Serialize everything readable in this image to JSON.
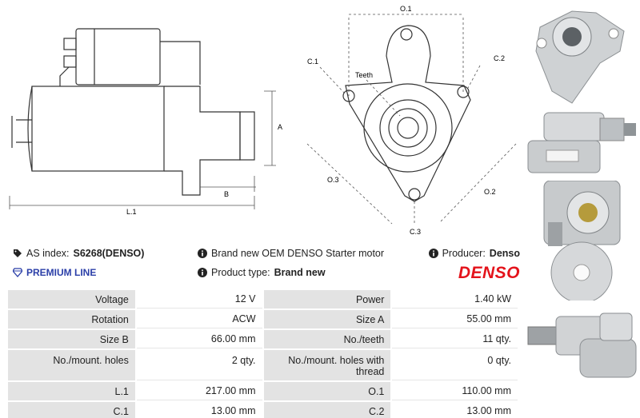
{
  "drawing": {
    "labels": {
      "o1": "O.1",
      "c1": "C.1",
      "c2": "C.2",
      "teeth": "Teeth",
      "o3": "O.3",
      "o2": "O.2",
      "c3": "C.3",
      "a": "A",
      "b": "B",
      "l1": "L.1"
    }
  },
  "info": {
    "as_index_label": "AS index:",
    "as_index_value": "S6268(DENSO)",
    "premium": "PREMIUM LINE",
    "brand_new_text": "Brand new OEM DENSO Starter motor",
    "product_type_label": "Product type:",
    "product_type_value": "Brand new",
    "producer_label": "Producer:",
    "producer_value": "Denso",
    "logo": "DENSO"
  },
  "specs": [
    [
      {
        "label": "Voltage",
        "value": "12 V"
      },
      {
        "label": "Power",
        "value": "1.40 kW"
      }
    ],
    [
      {
        "label": "Rotation",
        "value": "ACW"
      },
      {
        "label": "Size A",
        "value": "55.00 mm"
      }
    ],
    [
      {
        "label": "Size B",
        "value": "66.00 mm"
      },
      {
        "label": "No./teeth",
        "value": "11 qty."
      }
    ],
    [
      {
        "label": "No./mount. holes",
        "value": "2 qty."
      },
      {
        "label": "No./mount. holes with thread",
        "value": "0 qty."
      }
    ],
    [
      {
        "label": "L.1",
        "value": "217.00 mm"
      },
      {
        "label": "O.1",
        "value": "110.00 mm"
      }
    ],
    [
      {
        "label": "C.1",
        "value": "13.00 mm"
      },
      {
        "label": "C.2",
        "value": "13.00 mm"
      }
    ]
  ],
  "colors": {
    "premium": "#2b3fa8",
    "logo": "#e4131b",
    "label_bg": "#e3e3e3"
  },
  "icons": [
    "tag-icon",
    "diamond-icon",
    "info-icon"
  ]
}
